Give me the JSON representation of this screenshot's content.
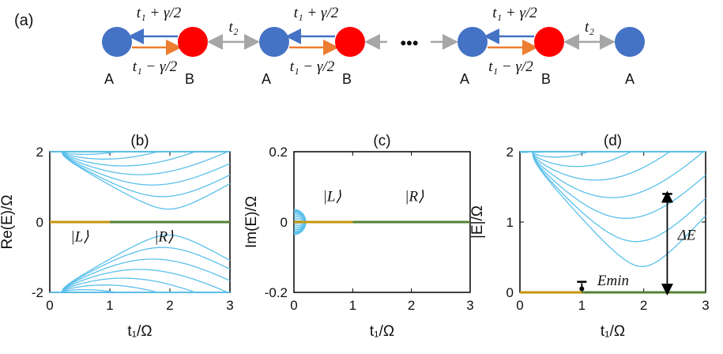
{
  "panel_a": {
    "label": "(a)",
    "hop_top": "t₁ + γ/2",
    "hop_bottom": "t₁ − γ/2",
    "hop_inter": "t₂",
    "site_a": "A",
    "site_b": "B",
    "ellipsis": "•••",
    "colors": {
      "site_a": "#4472c4",
      "site_b": "#ff0000",
      "arrow_top": "#4472c4",
      "arrow_bottom": "#ed7d31",
      "arrow_inter": "#a6a6a6"
    }
  },
  "chart_data": [
    {
      "type": "line",
      "panel": "(b)",
      "ylabel": "Re(E)/Ω",
      "xlabel": "t₁/Ω",
      "xlim": [
        0,
        3
      ],
      "ylim": [
        -2,
        2
      ],
      "xticks": [
        "0",
        "1",
        "2",
        "3"
      ],
      "yticks": [
        "-2",
        "0",
        "2"
      ],
      "annotations": [
        "|L⟩",
        "|R⟩"
      ],
      "series_colors": {
        "bulk": "#5bc0eb",
        "zero_left": "#c8960c",
        "zero_right": "#548235"
      },
      "zero_mode": {
        "x": [
          0,
          3
        ],
        "y": [
          0,
          0
        ],
        "split_at": 1
      },
      "bulk_band": {
        "t2": 2,
        "branches": [
          "+",
          "-"
        ]
      }
    },
    {
      "type": "line",
      "panel": "(c)",
      "ylabel": "Im(E)/Ω",
      "xlabel": "t₁/Ω",
      "xlim": [
        0,
        3
      ],
      "ylim": [
        -0.2,
        0.2
      ],
      "xticks": [
        "0",
        "1",
        "2",
        "3"
      ],
      "yticks": [
        "-0.2",
        "0",
        "0.2"
      ],
      "annotations": [
        "|L⟩",
        "|R⟩"
      ],
      "zero_mode": {
        "x": [
          0,
          3
        ],
        "y": [
          0,
          0
        ],
        "split_at": 1
      }
    },
    {
      "type": "line",
      "panel": "(d)",
      "ylabel": "|E|/Ω",
      "xlabel": "t₁/Ω",
      "xlim": [
        0,
        3
      ],
      "ylim": [
        0,
        2
      ],
      "xticks": [
        "0",
        "1",
        "2",
        "3"
      ],
      "yticks": [
        "0",
        "1",
        "2"
      ],
      "annotations": [
        "E_min",
        "ΔE"
      ],
      "zero_mode": {
        "x": [
          0,
          3
        ],
        "y": [
          0,
          0
        ],
        "split_at": 1
      }
    }
  ]
}
